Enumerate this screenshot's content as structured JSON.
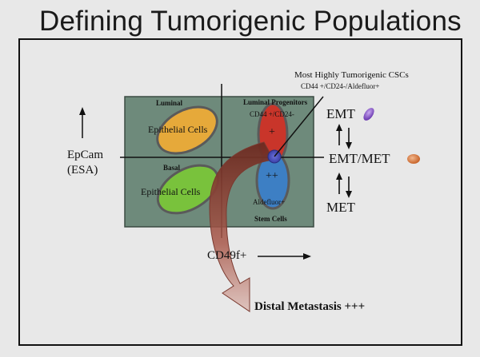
{
  "title": "Defining Tumorigenic Populations",
  "quadrants": {
    "luminal_label": "Luminal",
    "luminal_cells": "Epithelial Cells",
    "basal_label": "Basal",
    "basal_cells": "Epithelial Cells",
    "luminal_progenitors_label": "Luminal Progenitors",
    "luminal_progenitors_markers": "CD44 +/CD24-",
    "plus": "+",
    "plus_plus": "++",
    "aldefluor": "Aldefluor+",
    "stem_cells": "Stem Cells"
  },
  "annotation": {
    "title": "Most Highly Tumorigenic CSCs",
    "markers": "CD44 +/CD24-/Aldefluor+"
  },
  "axes": {
    "y_label_line1": "EpCam",
    "y_label_line2": "(ESA)",
    "x_label": "CD49f+"
  },
  "states": {
    "emt": "EMT",
    "emt_met": "EMT/MET",
    "met": "MET"
  },
  "metastasis": "Distal Metastasis +++",
  "colors": {
    "panel": "#6e8a7b",
    "luminal_ellipse": "#e6a93a",
    "basal_ellipse": "#79c23c",
    "progenitor_ellipse": "#c9352a",
    "stem_ellipse": "#3d7fc4",
    "emt_marker": "#8a55c8",
    "emt_met_marker": "#e08a4a"
  }
}
